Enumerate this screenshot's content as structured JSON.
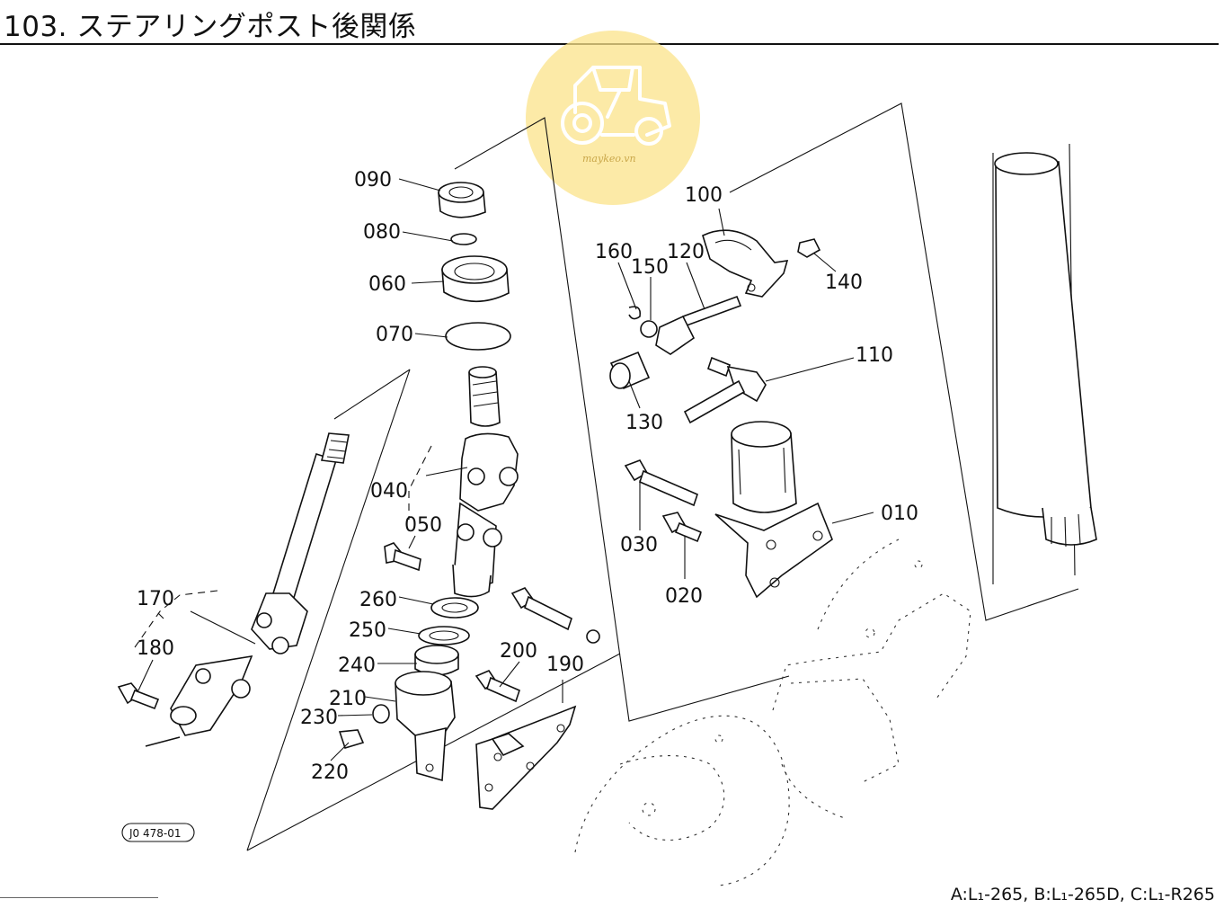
{
  "page": {
    "title": "103. ステアリングポスト後関係",
    "models_note": "A:L₁-265, B:L₁-265D, C:L₁-R265"
  },
  "figure": {
    "code": "J0 478-01",
    "watermark": "maykeo.vn",
    "watermark_color": "#fbe38a",
    "part_labels": {
      "p090": "090",
      "p080": "080",
      "p060": "060",
      "p070": "070",
      "p040": "040",
      "p050": "050",
      "p260": "260",
      "p250": "250",
      "p240": "240",
      "p210": "210",
      "p230": "230",
      "p220": "220",
      "p200": "200",
      "p190": "190",
      "p170": "170",
      "p180": "180",
      "p100": "100",
      "p160": "160",
      "p150": "150",
      "p120": "120",
      "p140": "140",
      "p110": "110",
      "p130": "130",
      "p030": "030",
      "p020": "020",
      "p010": "010"
    }
  }
}
